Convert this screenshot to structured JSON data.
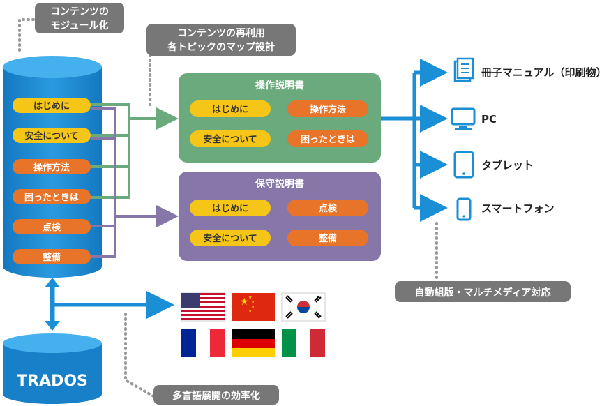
{
  "callouts": {
    "module": [
      "コンテンツの",
      "モジュール化"
    ],
    "reuse": [
      "コンテンツの再利用",
      "各トピックのマップ設計"
    ],
    "multimedia": "自動組版・マルチメディア対応",
    "multilingual": "多言語展開の効率化"
  },
  "database": {
    "modules": [
      "はじめに",
      "安全について",
      "操作方法",
      "困ったときは",
      "点検",
      "整備"
    ],
    "tool": "TRADOS"
  },
  "manuals": [
    {
      "title": "操作説明書",
      "items": [
        "はじめに",
        "操作方法",
        "安全について",
        "困ったときは"
      ]
    },
    {
      "title": "保守説明書",
      "items": [
        "はじめに",
        "点検",
        "安全について",
        "整備"
      ]
    }
  ],
  "outputs": [
    {
      "label": "冊子マニュアル（印刷物）",
      "icon": "booklet-icon"
    },
    {
      "label": "PC",
      "icon": "monitor-icon"
    },
    {
      "label": "タブレット",
      "icon": "tablet-icon"
    },
    {
      "label": "スマートフォン",
      "icon": "smartphone-icon"
    }
  ],
  "flags": [
    "usa-flag",
    "china-flag",
    "korea-flag",
    "france-flag",
    "germany-flag",
    "italy-flag"
  ],
  "colors": {
    "blue": "#1a8fd6",
    "green": "#6aaa7c",
    "purple": "#8776a8",
    "yellow": "#f5c518",
    "orange": "#e8742a",
    "gray": "#777777"
  }
}
